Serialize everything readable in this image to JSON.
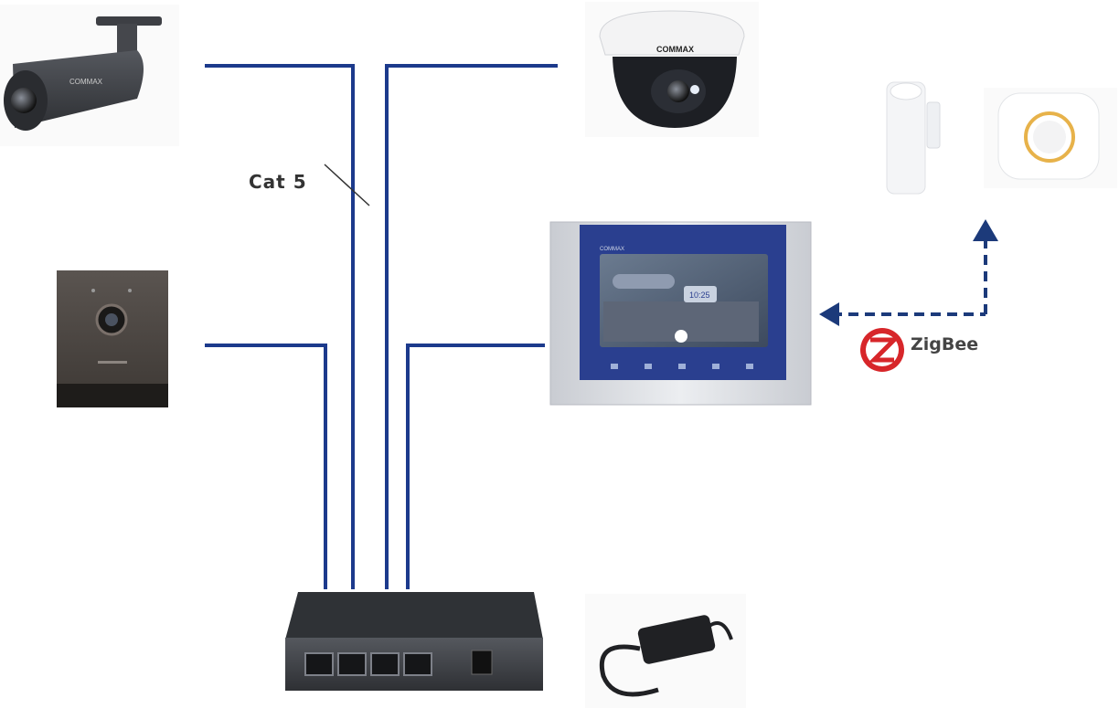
{
  "labels": {
    "cable_type": "Cat 5",
    "wireless_protocol": "ZigBee",
    "bullet_camera_brand": "COMMAX",
    "dome_camera_brand": "COMMAX",
    "monitor_brand": "COMMAX",
    "monitor_time": "10:25"
  },
  "devices": [
    "bullet-camera",
    "dome-camera",
    "door-station",
    "video-intercom-monitor",
    "motion-sensor",
    "smoke-detector",
    "poe-switch",
    "power-adapter"
  ],
  "colors": {
    "cable": "#1c3a8c",
    "zigbee_arrow": "#1c3a7a",
    "zigbee_logo_red": "#d7262a",
    "monitor_frame": "#d9dbe0",
    "monitor_bezel": "#2a3f8f",
    "switch_body": "#3a3d42"
  }
}
